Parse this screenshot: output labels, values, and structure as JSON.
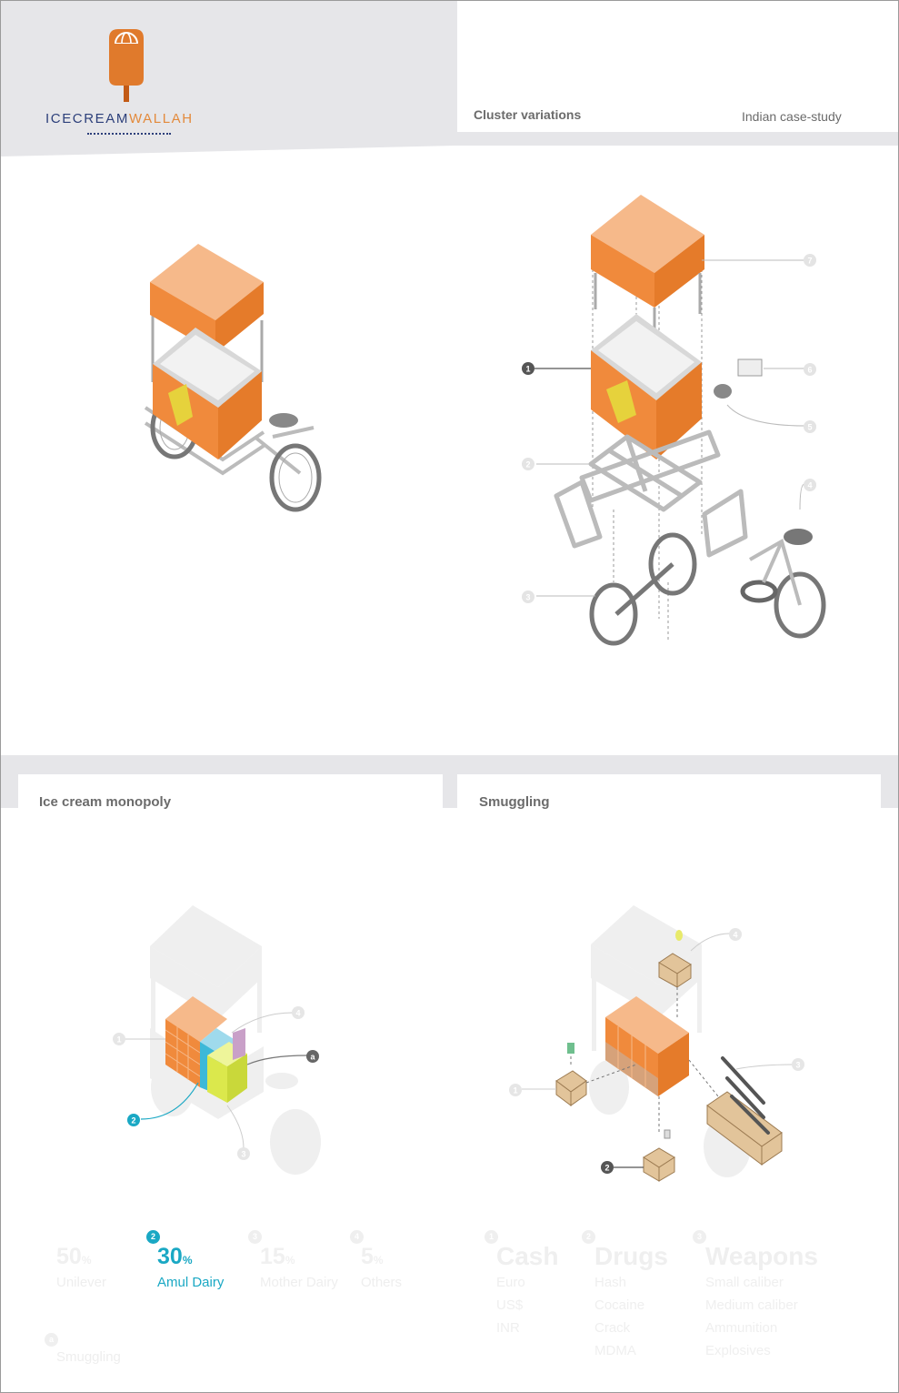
{
  "header": {
    "logo": {
      "word_a": "ICECREAM",
      "word_b": "WALLAH"
    },
    "title": "Cluster variations",
    "subtitle": "Indian case-study"
  },
  "exploded_callouts": [
    "1",
    "2",
    "3",
    "4",
    "5",
    "6",
    "7"
  ],
  "monopoly": {
    "title": "Ice cream monopoly",
    "callouts": [
      "1",
      "2",
      "3",
      "4",
      "a"
    ],
    "stats": [
      {
        "badge": "",
        "value": "50",
        "unit": "%",
        "label": "Unilever"
      },
      {
        "badge": "2",
        "value": "30",
        "unit": "%",
        "label": "Amul Dairy"
      },
      {
        "badge": "3",
        "value": "15",
        "unit": "%",
        "label": "Mother Dairy"
      },
      {
        "badge": "4",
        "value": "5",
        "unit": "%",
        "label": "Others"
      }
    ],
    "extra": {
      "badge": "a",
      "label": "Smuggling"
    }
  },
  "smuggling": {
    "title": "Smuggling",
    "callouts": [
      "1",
      "2",
      "3",
      "4"
    ],
    "categories": [
      {
        "badge": "1",
        "title": "Cash",
        "items": [
          "Euro",
          "US$",
          "INR"
        ]
      },
      {
        "badge": "2",
        "title": "Drugs",
        "items": [
          "Hash",
          "Cocaine",
          "Crack",
          "MDMA"
        ]
      },
      {
        "badge": "3",
        "title": "Weapons",
        "items": [
          "Small caliber",
          "Medium caliber",
          "Ammunition",
          "Explosives"
        ]
      }
    ]
  },
  "colors": {
    "orange": "#f08a3c",
    "orange_light": "#f6b98a",
    "teal": "#1aa8c4",
    "band": "#e6e6e9",
    "navy": "#2c3f7a"
  }
}
